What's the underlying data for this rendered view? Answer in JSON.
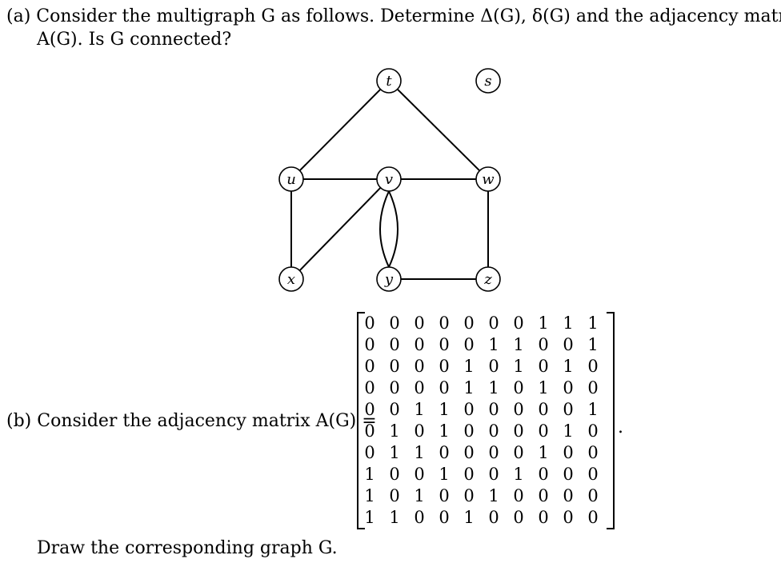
{
  "part_a": {
    "line1": "(a) Consider the multigraph G as follows. Determine Δ(G), δ(G) and the adjacency matrix",
    "line2": "A(G). Is G connected?"
  },
  "graph": {
    "vertices": [
      {
        "id": "t",
        "label": "t"
      },
      {
        "id": "s",
        "label": "s"
      },
      {
        "id": "u",
        "label": "u"
      },
      {
        "id": "v",
        "label": "v"
      },
      {
        "id": "w",
        "label": "w"
      },
      {
        "id": "x",
        "label": "x"
      },
      {
        "id": "y",
        "label": "y"
      },
      {
        "id": "z",
        "label": "z"
      }
    ],
    "edges": [
      [
        "t",
        "u"
      ],
      [
        "t",
        "w"
      ],
      [
        "u",
        "v"
      ],
      [
        "v",
        "w"
      ],
      [
        "u",
        "x"
      ],
      [
        "x",
        "v"
      ],
      [
        "v",
        "y"
      ],
      [
        "v",
        "y"
      ],
      [
        "y",
        "z"
      ],
      [
        "w",
        "z"
      ]
    ]
  },
  "part_b": {
    "text": "(b) Consider the adjacency matrix A(G) =",
    "period": ".",
    "draw": "Draw the corresponding graph G."
  },
  "matrix": [
    [
      0,
      0,
      0,
      0,
      0,
      0,
      0,
      1,
      1,
      1
    ],
    [
      0,
      0,
      0,
      0,
      0,
      1,
      1,
      0,
      0,
      1
    ],
    [
      0,
      0,
      0,
      0,
      1,
      0,
      1,
      0,
      1,
      0
    ],
    [
      0,
      0,
      0,
      0,
      1,
      1,
      0,
      1,
      0,
      0
    ],
    [
      0,
      0,
      1,
      1,
      0,
      0,
      0,
      0,
      0,
      1
    ],
    [
      0,
      1,
      0,
      1,
      0,
      0,
      0,
      0,
      1,
      0
    ],
    [
      0,
      1,
      1,
      0,
      0,
      0,
      0,
      1,
      0,
      0
    ],
    [
      1,
      0,
      0,
      1,
      0,
      0,
      1,
      0,
      0,
      0
    ],
    [
      1,
      0,
      1,
      0,
      0,
      1,
      0,
      0,
      0,
      0
    ],
    [
      1,
      1,
      0,
      0,
      1,
      0,
      0,
      0,
      0,
      0
    ]
  ]
}
